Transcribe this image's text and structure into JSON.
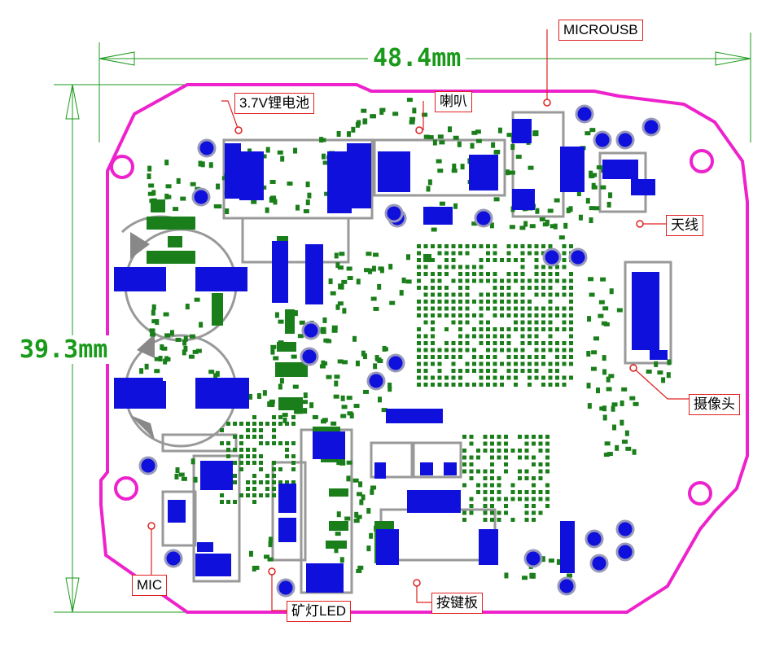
{
  "dimensions": {
    "width_label": "48.4mm",
    "height_label": "39.3mm"
  },
  "labels": {
    "battery": "3.7V锂电池",
    "speaker": "喇叭",
    "usb": "MICROUSB",
    "antenna": "天线",
    "camera": "摄像头",
    "mic": "MIC",
    "lamp_led": "矿灯LED",
    "key_board": "按键板"
  },
  "colors": {
    "board_outline": "#ee22cc",
    "copper_pad": "#1a7f1a",
    "blue_pad": "#1010dd",
    "silkscreen": "#999999",
    "dimension": "#1a9a1a",
    "callout": "#e02020"
  }
}
